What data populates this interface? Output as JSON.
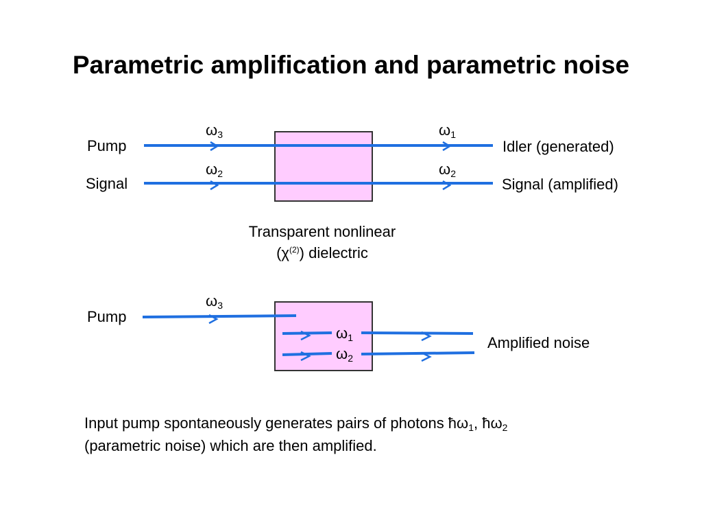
{
  "title": "Parametric amplification and parametric noise",
  "colors": {
    "beam": "#1f6fe0",
    "crystal_fill": "#ffccff",
    "crystal_border": "#333333"
  },
  "diagram_top": {
    "pump_label": "Pump",
    "signal_label": "Signal",
    "idler_label": "Idler (generated)",
    "signal_out_label": "Signal (amplified)",
    "omega_symbol": "ω",
    "pump_in_sub": "3",
    "signal_in_sub": "2",
    "idler_out_sub": "1",
    "signal_out_sub": "2",
    "crystal_line1": "Transparent nonlinear",
    "crystal_line2_open": "(χ",
    "crystal_line2_sup": "(2)",
    "crystal_line2_close": ") dielectric"
  },
  "diagram_bottom": {
    "pump_label": "Pump",
    "omega_symbol": "ω",
    "pump_sub": "3",
    "photon1_sub": "1",
    "photon2_sub": "2",
    "output_label": "Amplified noise"
  },
  "note": {
    "text_a": "Input pump spontaneously generates pairs of photons ħω",
    "sub_1": "1",
    "text_b": ", ħω",
    "sub_2": "2",
    "line2": "(parametric noise) which are then amplified."
  }
}
